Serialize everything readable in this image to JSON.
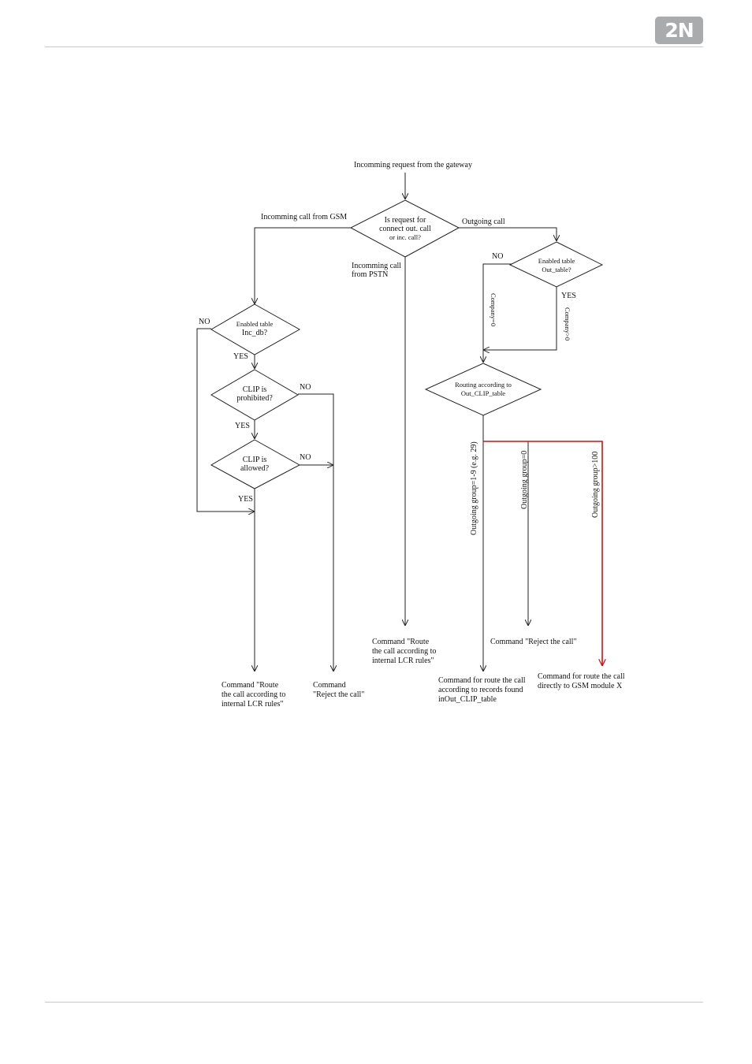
{
  "header": {
    "logo_text": "2N",
    "logo_color": "#a9abad"
  },
  "flowchart": {
    "start": "Incomming request from the gateway",
    "decision_main": [
      "Is request for",
      "connect out. call",
      "or inc. call?"
    ],
    "branch_gsm": "Incomming call from GSM",
    "branch_outgoing": "Outgoing call",
    "branch_pstn": [
      "Incomming call",
      "from PSTN"
    ],
    "decision_inc_db": [
      "Enabled table",
      "Inc_db?"
    ],
    "decision_clip_prohibited": [
      "CLIP is",
      "prohibited?"
    ],
    "decision_clip_allowed": [
      "CLIP is",
      "allowed?"
    ],
    "decision_out_table": [
      "Enabled table",
      "Out_table?"
    ],
    "process_routing": [
      "Routing according to",
      "Out_CLIP_table"
    ],
    "label_no": "NO",
    "label_yes": "YES",
    "label_company_0": "Company=0",
    "label_company_gt0": "Company>0",
    "label_group_1_9": "Outgoing group=1-9 (e.g. 29)",
    "label_group_0": "Outgoing group=0",
    "label_group_100": "Outgoing group>100",
    "end_route_lcr_left": [
      "Command \"Route",
      "the call according to",
      "internal LCR rules\""
    ],
    "end_reject_left": [
      "Command",
      "\"Reject the call\""
    ],
    "end_route_lcr_pstn": [
      "Command \"Route",
      "the call according to",
      "internal LCR rules\""
    ],
    "end_reject_right": "Command \"Reject the call\"",
    "end_route_records": [
      "Command for route the call",
      "according to records found",
      "inOut_CLIP_table"
    ],
    "end_route_gsm": [
      "Command for route the call",
      "directly to GSM module X"
    ],
    "highlight_color": "#d01010"
  }
}
